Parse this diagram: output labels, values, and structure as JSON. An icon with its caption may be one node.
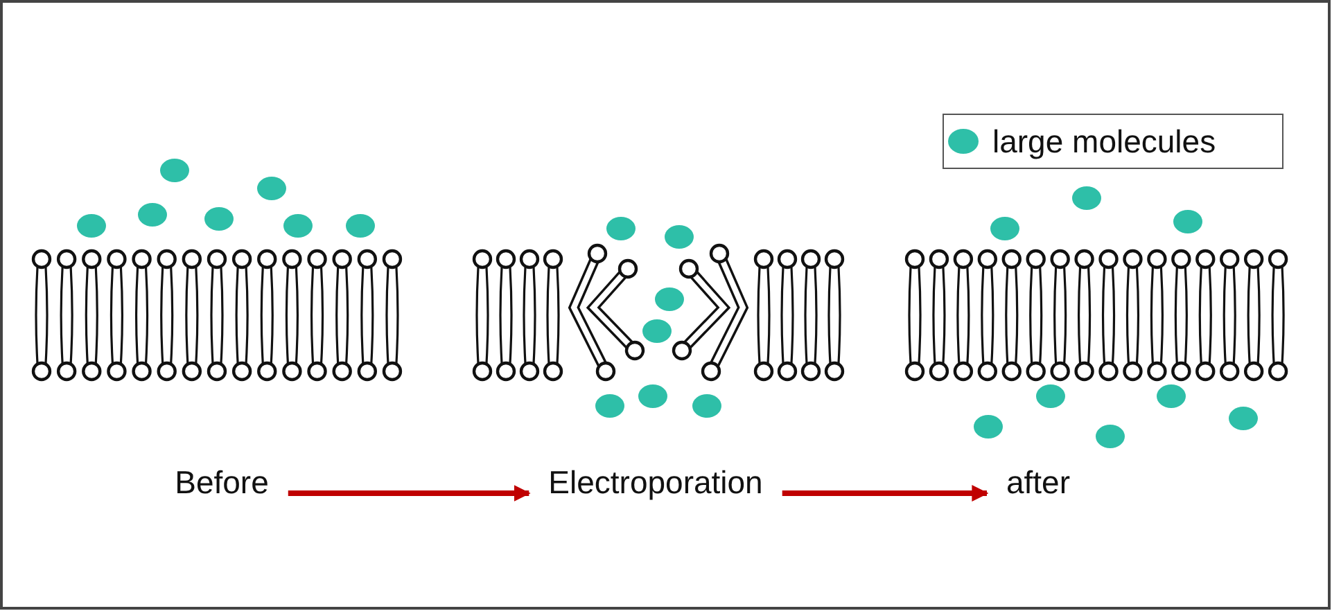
{
  "diagram": {
    "nodes": [
      {
        "text": [
          "Before"
        ]
      },
      {
        "text": [
          "Electroporation"
        ]
      },
      {
        "text": [
          "after"
        ]
      }
    ],
    "edges": [
      {
        "from": 0,
        "to": 1,
        "arrow": "to",
        "color": "#c00000"
      },
      {
        "from": 1,
        "to": 2,
        "arrow": "to",
        "color": "#c00000"
      }
    ],
    "legend": [
      {
        "text": "large molecules",
        "color": "#2ebfa8"
      }
    ]
  }
}
